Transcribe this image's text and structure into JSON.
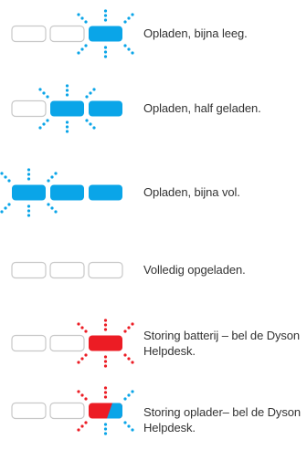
{
  "colors": {
    "outline": "#c8c8c8",
    "charging": "#0aa5e8",
    "fault": "#ec1c24",
    "text": "#333333"
  },
  "states": [
    {
      "id": "nearly-empty",
      "label": "Opladen, bijna leeg.",
      "cells": [
        "off",
        "off",
        "blue"
      ],
      "flashing_cell": 2,
      "flash_color": "blue"
    },
    {
      "id": "half-charged",
      "label": "Opladen, half geladen.",
      "cells": [
        "off",
        "blue",
        "blue"
      ],
      "flashing_cell": 1,
      "flash_color": "blue"
    },
    {
      "id": "nearly-full",
      "label": "Opladen, bijna vol.",
      "cells": [
        "blue",
        "blue",
        "blue"
      ],
      "flashing_cell": 0,
      "flash_color": "blue"
    },
    {
      "id": "fully-charged",
      "label": "Volledig opgeladen.",
      "cells": [
        "off",
        "off",
        "off"
      ],
      "flashing_cell": null,
      "flash_color": null
    },
    {
      "id": "battery-fault",
      "label": "Storing batterij – bel de Dyson Helpdesk.",
      "cells": [
        "off",
        "off",
        "red"
      ],
      "flashing_cell": 2,
      "flash_color": "red"
    },
    {
      "id": "charger-fault",
      "label": "Storing oplader– bel de Dyson Helpdesk.",
      "cells": [
        "off",
        "off",
        "redblue"
      ],
      "flashing_cell": 2,
      "flash_color": "red-blue"
    }
  ]
}
